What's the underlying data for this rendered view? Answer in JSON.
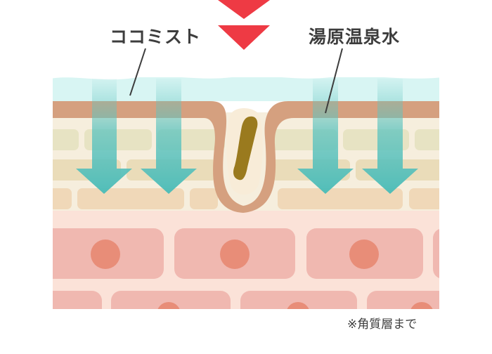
{
  "labels": {
    "mist": "ココミスト",
    "spring": "湯原温泉水",
    "footnote": "※角質層まで"
  },
  "colors": {
    "water_layer": "#d8f5f3",
    "stratum_corneum": "#d5a07f",
    "granular_cells": "#eee6c8",
    "spinous_cells": "#f0d8b8",
    "basal_bg": "#fbe2d8",
    "cell": "#f0b8b0",
    "nucleus": "#e88d78",
    "arrow": "#5ec4c0",
    "down_marker": "#ee3a44",
    "pore_plug": "#9a7a1e"
  },
  "icons": [
    "down-triangle-icon",
    "arrow-down-icon"
  ]
}
